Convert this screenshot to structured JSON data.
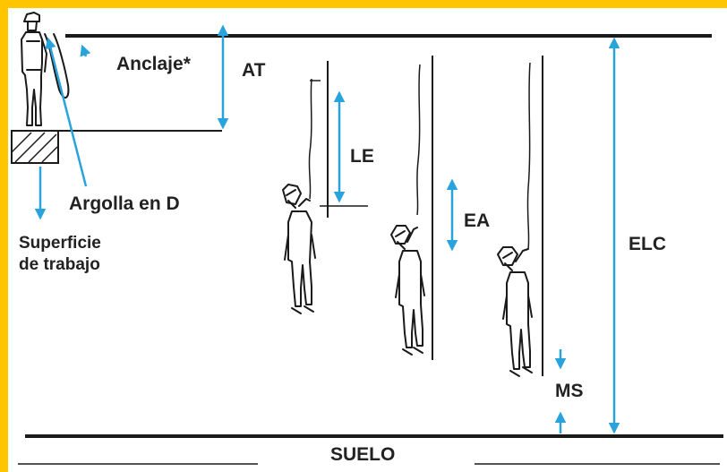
{
  "labels": {
    "anchor": "Anclaje*",
    "at": "AT",
    "le": "LE",
    "ea": "EA",
    "elc": "ELC",
    "ms": "MS",
    "d_ring": "Argolla en D",
    "work_surface_line1": "Superficie",
    "work_surface_line2": "de trabajo",
    "ground": "SUELO"
  },
  "colors": {
    "frame": "#FFC600",
    "background": "#ffffff",
    "arrow": "#29A3DC",
    "line": "#1a1a1a",
    "text": "#222222"
  }
}
